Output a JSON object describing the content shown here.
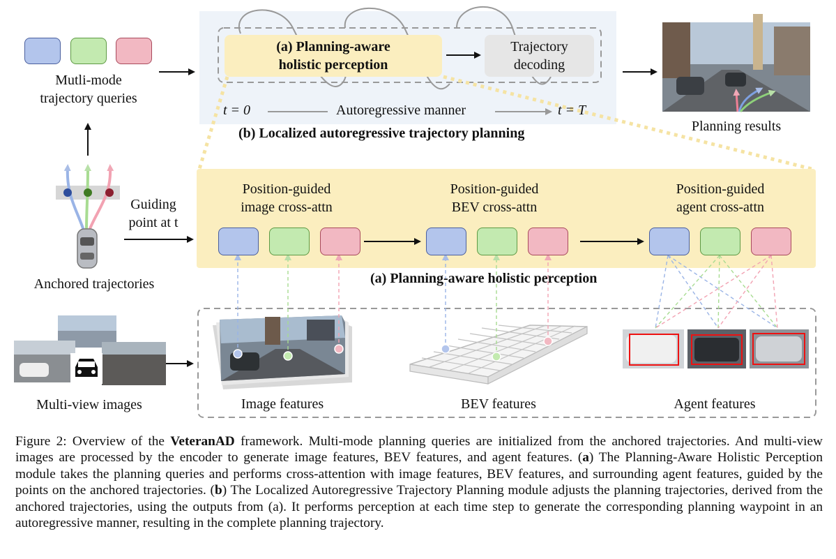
{
  "queries": {
    "label": "Mutli-mode\ntrajectory queries"
  },
  "anchored": {
    "label": "Anchored trajectories"
  },
  "guiding": {
    "label": "Guiding\npoint at t"
  },
  "multiview": {
    "label": "Multi-view images"
  },
  "module_b": {
    "perception_box": "(a) Planning-aware\nholistic perception",
    "decoding_box": "Trajectory\ndecoding",
    "t_start": "t = 0",
    "manner": "Autoregressive manner",
    "t_end": "t = T",
    "title": "(b) Localized autoregressive trajectory planning"
  },
  "planning_results": {
    "label": "Planning results"
  },
  "module_a": {
    "title": "(a) Planning-aware holistic perception",
    "groups": [
      {
        "label": "Position-guided\nimage cross-attn"
      },
      {
        "label": "Position-guided\nBEV cross-attn"
      },
      {
        "label": "Position-guided\nagent cross-attn"
      }
    ]
  },
  "features": [
    {
      "label": "Image features"
    },
    {
      "label": "BEV features"
    },
    {
      "label": "Agent features"
    }
  ],
  "caption": {
    "p1": "Figure 2: Overview of the ",
    "name": "VeteranAD",
    "p2": " framework. Multi-mode planning queries are initialized from the anchored trajectories. And multi-view images are processed by the encoder to generate image features, BEV features, and agent features. (",
    "a1": "a",
    "p3": ") The Planning-Aware Holistic Perception module takes the planning queries and performs cross-attention with image features, BEV features, and surrounding agent features, guided by the points on the anchored trajectories. (",
    "b1": "b",
    "p4": ") The Localized Autoregressive Trajectory Planning module adjusts the planning trajectories, derived from the anchored trajectories, using the outputs from (a). It performs perception at each time step to generate the corresponding planning waypoint in an autoregressive manner, resulting in the complete planning trajectory."
  },
  "colors": {
    "blue": "#b3c5ec",
    "green": "#c3eab0",
    "red": "#f2b8c2",
    "yellow_panel": "#fbeebf",
    "blue_panel": "#eef3f9"
  }
}
